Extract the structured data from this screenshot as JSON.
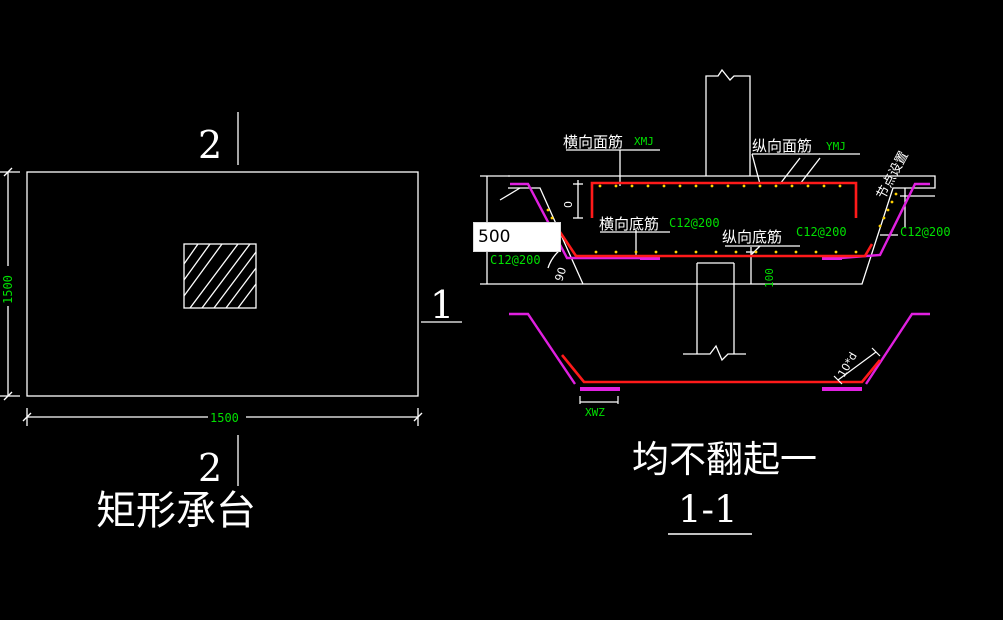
{
  "plan": {
    "title": "矩形承台",
    "section_label_top": "2",
    "section_label_bottom": "2",
    "section_label_side": "1",
    "dim_width": "1500",
    "dim_height": "1500"
  },
  "section": {
    "caption_main": "均不翻起一",
    "caption_sub": "1-1",
    "transverse_top_bar": "横向面筋",
    "transverse_top_code": "XMJ",
    "longitudinal_top_bar": "纵向面筋",
    "longitudinal_top_code": "YMJ",
    "transverse_bottom_bar": "横向底筋",
    "longitudinal_bottom_bar": "纵向底筋",
    "spec": "C12@200",
    "node_setting": "节点设置",
    "dim_zero": "0",
    "dim_100": "100",
    "dim_90": "90",
    "dim_10d": "10*d",
    "xwz": "XWZ"
  },
  "input": {
    "value": "500"
  },
  "colors": {
    "background": "#000000",
    "line": "#ffffff",
    "rebar": "#ff1a1a",
    "stirrup": "#e020e0",
    "dim_text": "#00e000",
    "point": "#ffd000"
  }
}
